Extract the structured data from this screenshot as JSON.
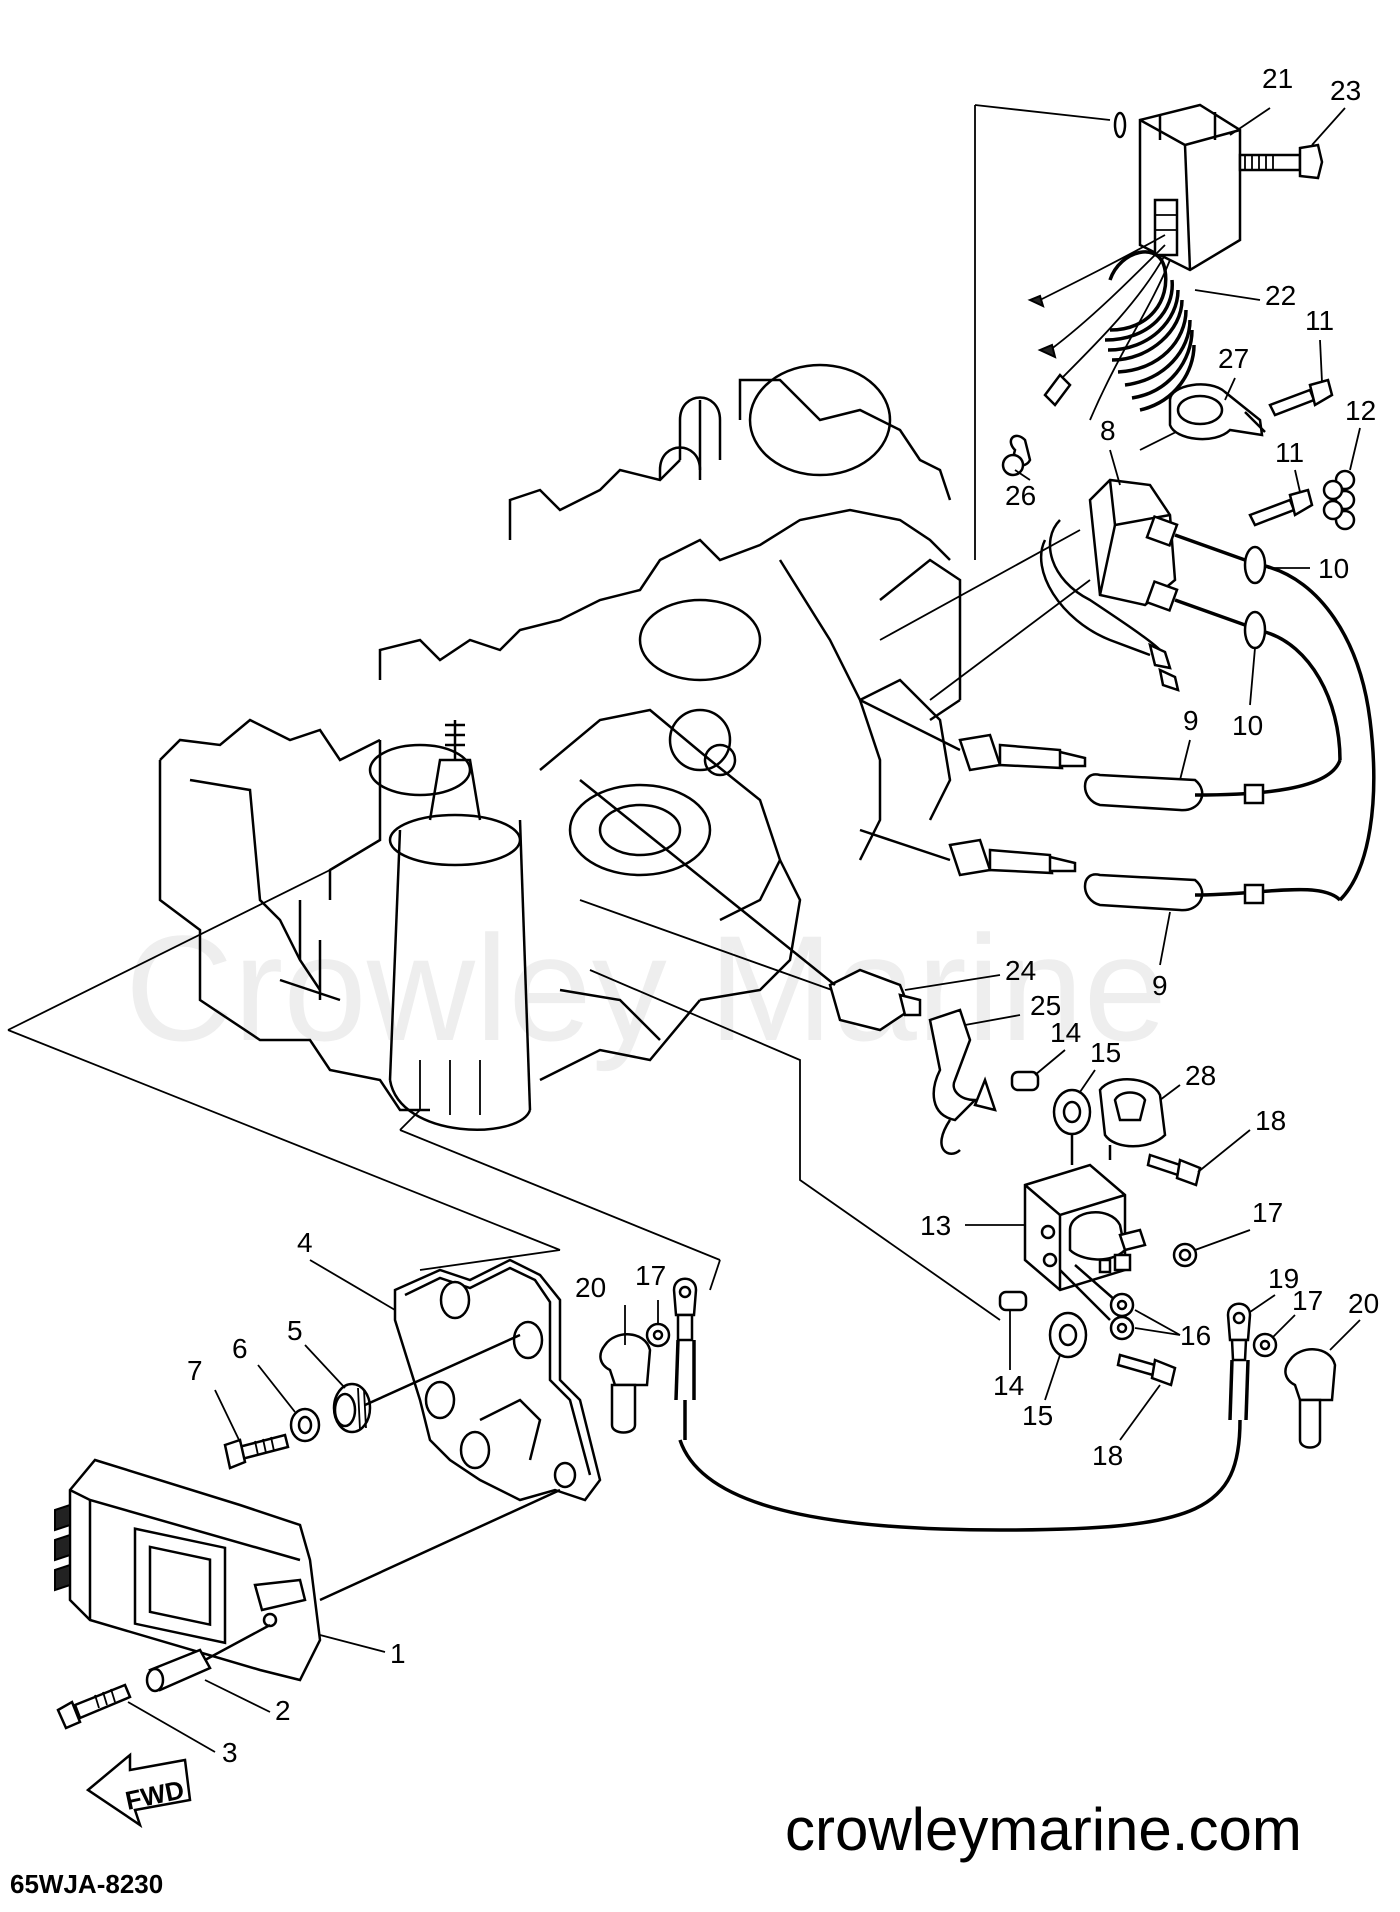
{
  "watermark": "Crowley Marine",
  "brand": "crowleymarine.com",
  "diagram_code": "65WJA-8230",
  "direction_arrow": "FWD",
  "callouts": [
    {
      "id": "c21",
      "label": "21"
    },
    {
      "id": "c23",
      "label": "23"
    },
    {
      "id": "c22",
      "label": "22"
    },
    {
      "id": "c11a",
      "label": "11"
    },
    {
      "id": "c27",
      "label": "27"
    },
    {
      "id": "c12",
      "label": "12"
    },
    {
      "id": "c8",
      "label": "8"
    },
    {
      "id": "c11b",
      "label": "11"
    },
    {
      "id": "c26",
      "label": "26"
    },
    {
      "id": "c10a",
      "label": "10"
    },
    {
      "id": "c10b",
      "label": "10"
    },
    {
      "id": "c9a",
      "label": "9"
    },
    {
      "id": "c9b",
      "label": "9"
    },
    {
      "id": "c24",
      "label": "24"
    },
    {
      "id": "c25",
      "label": "25"
    },
    {
      "id": "c14a",
      "label": "14"
    },
    {
      "id": "c15a",
      "label": "15"
    },
    {
      "id": "c28",
      "label": "28"
    },
    {
      "id": "c18a",
      "label": "18"
    },
    {
      "id": "c13",
      "label": "13"
    },
    {
      "id": "c17a",
      "label": "17"
    },
    {
      "id": "c19",
      "label": "19"
    },
    {
      "id": "c17b",
      "label": "17"
    },
    {
      "id": "c20a",
      "label": "20"
    },
    {
      "id": "c16",
      "label": "16"
    },
    {
      "id": "c14b",
      "label": "14"
    },
    {
      "id": "c15b",
      "label": "15"
    },
    {
      "id": "c18b",
      "label": "18"
    },
    {
      "id": "c20b",
      "label": "20"
    },
    {
      "id": "c17c",
      "label": "17"
    },
    {
      "id": "c4",
      "label": "4"
    },
    {
      "id": "c5",
      "label": "5"
    },
    {
      "id": "c6",
      "label": "6"
    },
    {
      "id": "c7",
      "label": "7"
    },
    {
      "id": "c1",
      "label": "1"
    },
    {
      "id": "c2",
      "label": "2"
    },
    {
      "id": "c3",
      "label": "3"
    }
  ]
}
